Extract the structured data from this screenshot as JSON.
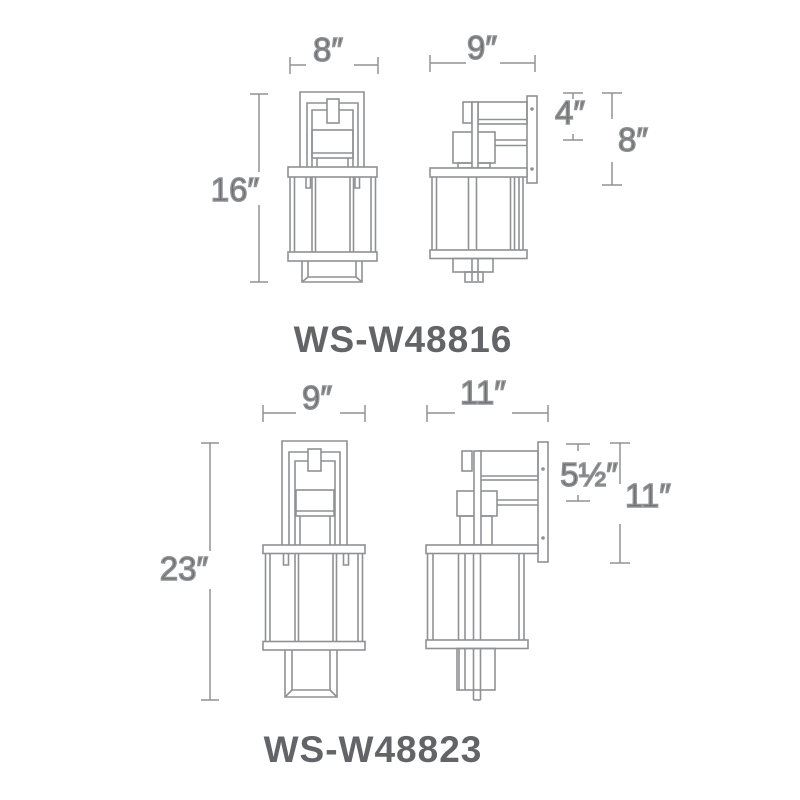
{
  "document": {
    "type": "product-dimension-diagram",
    "background": "#ffffff",
    "line_color": "#8f9194",
    "dim_text_color": "#6d6e71",
    "code_text_color": "#636467"
  },
  "figures": [
    {
      "code": "WS-W48816",
      "front": {
        "width_label": "8″",
        "height_label": "16″"
      },
      "side": {
        "width_label": "9″",
        "backplate_label": "4″",
        "height_label": "8″"
      }
    },
    {
      "code": "WS-W48823",
      "front": {
        "width_label": "9″",
        "height_label": "23″"
      },
      "side": {
        "width_label": "11″",
        "backplate_label": "5½″",
        "height_label": "11″"
      }
    }
  ]
}
